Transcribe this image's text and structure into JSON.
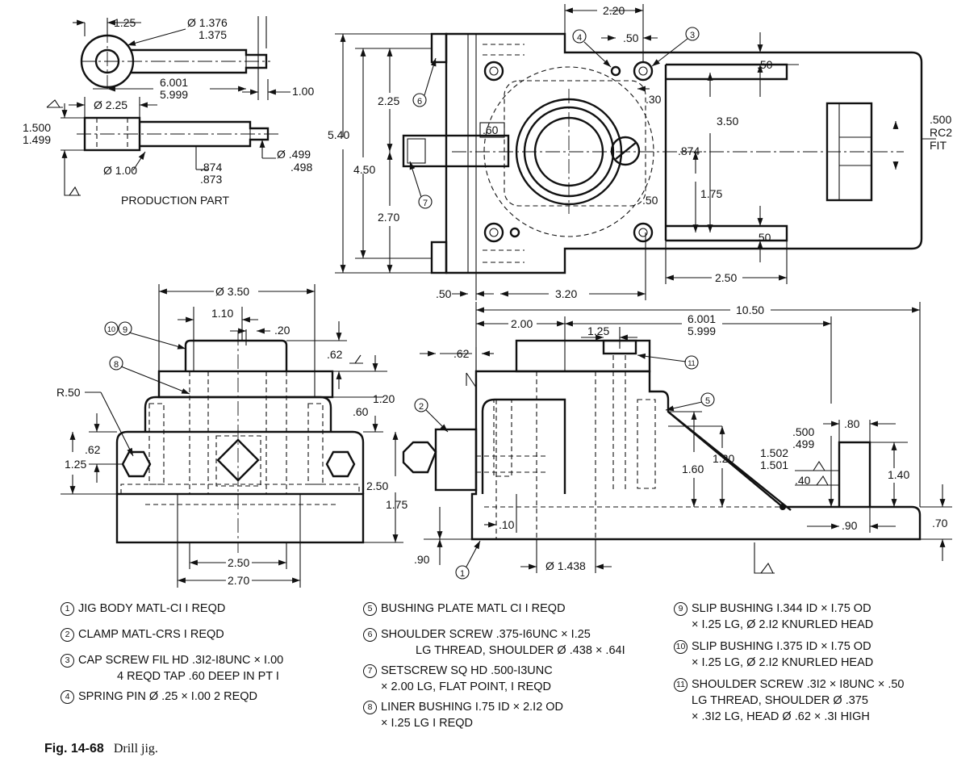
{
  "production_part": {
    "label": "PRODUCTION PART",
    "dims": {
      "d_125": "1.25",
      "dia_1376": "Ø 1.376",
      "d_1375": "1.375",
      "d_6001": "6.001",
      "d_5999": "5.999",
      "d_100": "1.00",
      "dia_225": "Ø 2.25",
      "d_1500": "1.500",
      "d_1499": "1.499",
      "dia_100": "Ø 1.00",
      "d_874": ".874",
      "d_873": ".873",
      "dia_499": "Ø .499",
      "d_498": ".498"
    }
  },
  "top_view": {
    "dims": {
      "d_220": "2.20",
      "d_50a": ".50",
      "d_50b": ".50",
      "d_50c": ".50",
      "d_225": "2.25",
      "d_540": "5.40",
      "d_450": "4.50",
      "d_270": "2.70",
      "d_60": ".60",
      "d_30": ".30",
      "d_350": "3.50",
      "d_874": ".874",
      "d_175": "1.75",
      "d_50d": ".50",
      "d_250": "2.50",
      "d_50e": ".50",
      "d_320": "3.20",
      "fit_500": ".500",
      "fit_rc2": "RC2",
      "fit_fit": "FIT"
    }
  },
  "front_view": {
    "dims": {
      "dia_350": "Ø 3.50",
      "d_110": "1.10",
      "d_20": ".20",
      "d_62": ".62",
      "d_120": "1.20",
      "d_60": ".60",
      "r_50": "R.50",
      "d_62b": ".62",
      "d_125": "1.25",
      "d_250v": "2.50",
      "d_175": "1.75",
      "d_250h": "2.50",
      "d_270": "2.70"
    }
  },
  "side_view": {
    "dims": {
      "d_1050": "10.50",
      "d_200": "2.00",
      "d_6001": "6.001",
      "d_5999": "5.999",
      "d_125": "1.25",
      "d_62": ".62",
      "d_80": ".80",
      "d_500": ".500",
      "d_499": ".499",
      "d_120": "1.20",
      "d_1502": "1.502",
      "d_1501": "1.501",
      "d_160": "1.60",
      "d_140": "1.40",
      "d_40": ".40",
      "d_10": ".10",
      "d_90": ".90",
      "d_70": ".70",
      "d_90b": ".90",
      "dia_1438": "Ø 1.438"
    }
  },
  "callouts": [
    "1",
    "2",
    "3",
    "4",
    "5",
    "6",
    "7",
    "8",
    "9",
    "10",
    "11"
  ],
  "bom": [
    {
      "num": "1",
      "line1": "JIG BODY MATL-CI   I REQD",
      "line2": ""
    },
    {
      "num": "2",
      "line1": "CLAMP MATL-CRS   I REQD",
      "line2": ""
    },
    {
      "num": "3",
      "line1": "CAP SCREW FIL HD .3I2-I8UNC × I.00",
      "line2": "4 REQD TAP .60 DEEP IN PT I"
    },
    {
      "num": "4",
      "line1": "SPRING PIN Ø .25 × I.00   2 REQD",
      "line2": ""
    },
    {
      "num": "5",
      "line1": "BUSHING PLATE MATL CI   I REQD",
      "line2": ""
    },
    {
      "num": "6",
      "line1": "SHOULDER SCREW .375-I6UNC × I.25",
      "line2": "LG THREAD, SHOULDER Ø .438 × .64I"
    },
    {
      "num": "7",
      "line1": "SETSCREW SQ HD .500-I3UNC",
      "line2": "× 2.00 LG, FLAT POINT, I REQD"
    },
    {
      "num": "8",
      "line1": "LINER BUSHING I.75 ID × 2.I2 OD",
      "line2": "× I.25 LG   I REQD"
    },
    {
      "num": "9",
      "line1": "SLIP BUSHING I.344 ID × I.75 OD",
      "line2": "× I.25 LG, Ø 2.I2 KNURLED HEAD"
    },
    {
      "num": "10",
      "line1": "SLIP BUSHING I.375 ID × I.75 OD",
      "line2": "× I.25 LG, Ø 2.I2 KNURLED HEAD"
    },
    {
      "num": "11",
      "line1": "SHOULDER SCREW .3I2 × I8UNC × .50",
      "line2": "LG THREAD, SHOULDER Ø .375"
    },
    {
      "num": "",
      "line1": "× .3I2 LG, HEAD Ø .62 × .3I HIGH",
      "line2": ""
    }
  ],
  "caption": {
    "fig": "Fig. 14-68",
    "title": "Drill jig."
  }
}
